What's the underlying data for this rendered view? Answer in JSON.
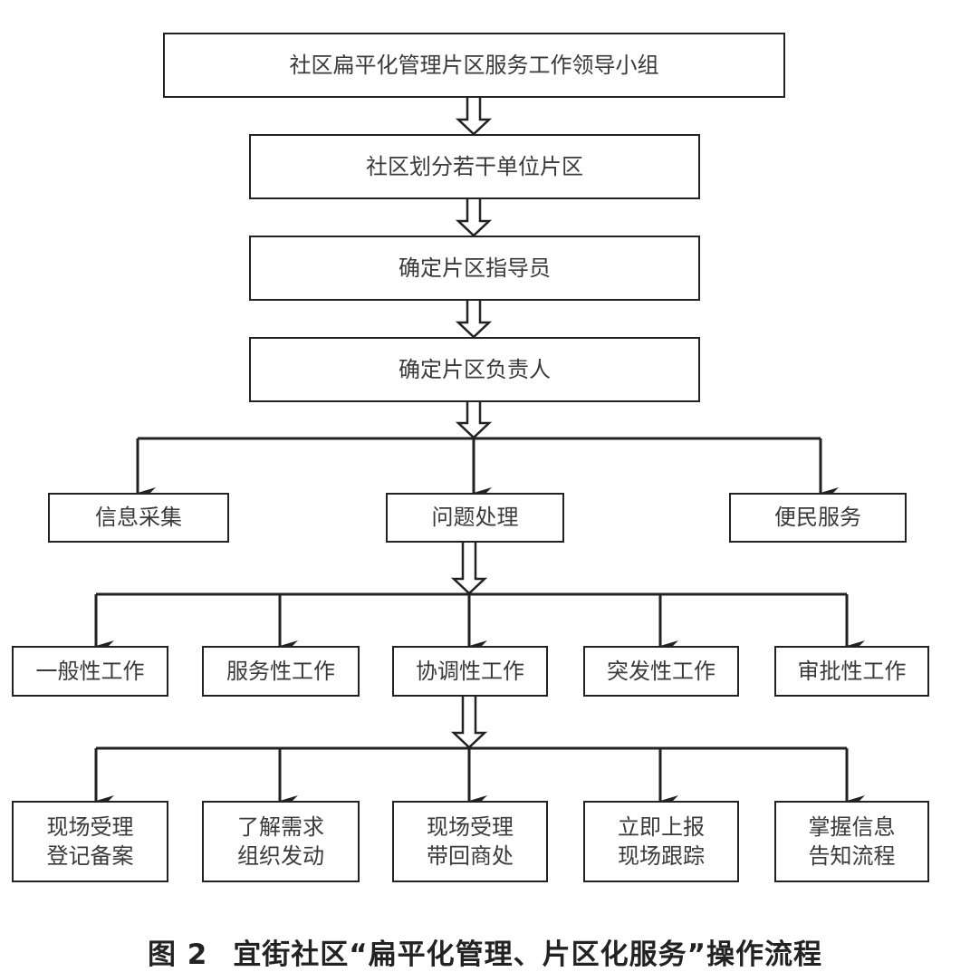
{
  "diagram": {
    "level0": "社区扁平化管理片区服务工作领导小组",
    "level1": "社区划分若干单位片区",
    "level2": "确定片区指导员",
    "level3": "确定片区负责人",
    "branches": [
      "信息采集",
      "问题处理",
      "便民服务"
    ],
    "work_types": [
      "一般性工作",
      "服务性工作",
      "协调性工作",
      "突发性工作",
      "审批性工作"
    ],
    "actions": [
      {
        "line1": "现场受理",
        "line2": "登记备案"
      },
      {
        "line1": "了解需求",
        "line2": "组织发动"
      },
      {
        "line1": "现场受理",
        "line2": "带回商处"
      },
      {
        "line1": "立即上报",
        "line2": "现场跟踪"
      },
      {
        "line1": "掌握信息",
        "line2": "告知流程"
      }
    ],
    "colors": {
      "stroke": "#222222",
      "text": "#3a3a3a",
      "background": "#ffffff"
    }
  },
  "caption": {
    "number": "图 2",
    "title": "宜街社区“扁平化管理、片区化服务”操作流程"
  }
}
